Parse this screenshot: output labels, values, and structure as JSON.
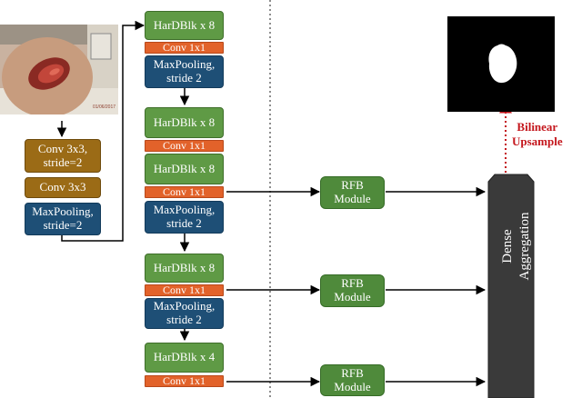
{
  "stem": {
    "conv3x3_s2": "Conv 3x3,\nstride=2",
    "conv3x3": "Conv 3x3",
    "maxpool": "MaxPooling,\nstride=2"
  },
  "stage1": {
    "hardblk": "HarDBlk x 8",
    "conv": "Conv 1x1",
    "maxpool": "MaxPooling,\nstride 2"
  },
  "stage2": {
    "hardblk": "HarDBlk x 8",
    "conv": "Conv 1x1"
  },
  "stage3": {
    "hardblk": "HarDBlk x 8",
    "conv": "Conv 1x1",
    "maxpool": "MaxPooling,\nstride 2"
  },
  "stage4": {
    "hardblk": "HarDBlk x 8",
    "conv": "Conv 1x1",
    "maxpool": "MaxPooling,\nstride 2"
  },
  "stage5": {
    "hardblk": "HarDBlk x 4",
    "conv": "Conv 1x1"
  },
  "rfb": [
    "RFB\nModule",
    "RFB\nModule",
    "RFB\nModule"
  ],
  "aggregation": "Dense\nAggregation",
  "upsample": "Bilinear\nUpsample",
  "photo_timestamp": "01/06/2017",
  "colors": {
    "green": "#5f9a45",
    "orange": "#e2622a",
    "blue": "#1e4f76",
    "brown": "#9b6b16",
    "aggregation": "#3a3a3a",
    "upsample": "#c4161c"
  }
}
